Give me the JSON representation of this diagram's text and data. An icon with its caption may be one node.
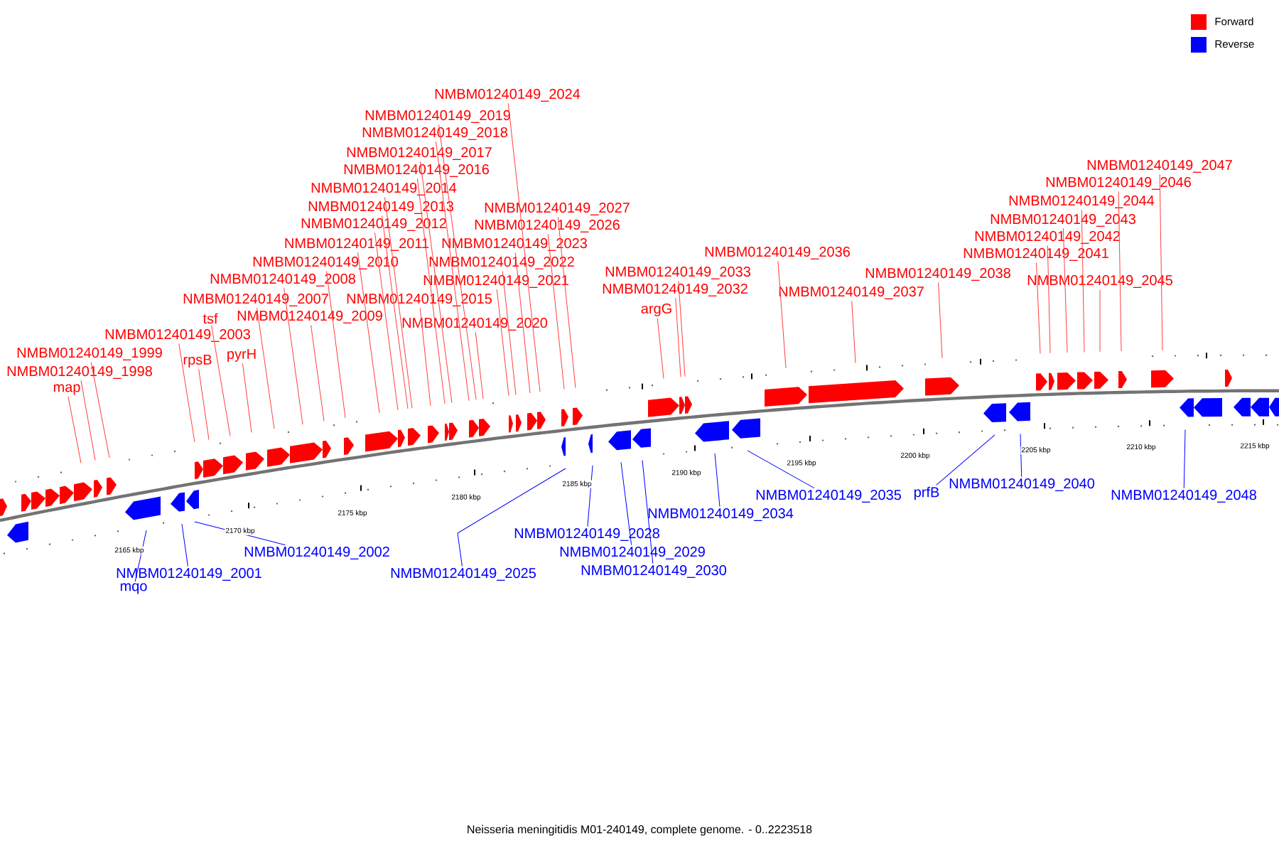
{
  "diagram": {
    "caption": "Neisseria meningitidis M01-240149, complete genome. - 0..2223518",
    "nodes": [
      {
        "text": [
          "NMBM01240149_2024"
        ]
      },
      {
        "text": [
          "NMBM01240149_2019"
        ]
      },
      {
        "text": [
          "NMBM01240149_2018"
        ]
      },
      {
        "text": [
          "NMBM01240149_2017"
        ]
      },
      {
        "text": [
          "NMBM01240149_2016"
        ]
      },
      {
        "text": [
          "NMBM01240149_2014"
        ]
      },
      {
        "text": [
          "NMBM01240149_2013"
        ]
      },
      {
        "text": [
          "NMBM01240149_2027"
        ]
      },
      {
        "text": [
          "NMBM01240149_2012"
        ]
      },
      {
        "text": [
          "NMBM01240149_2026"
        ]
      },
      {
        "text": [
          "NMBM01240149_2011"
        ]
      },
      {
        "text": [
          "NMBM01240149_2023"
        ]
      },
      {
        "text": [
          "NMBM01240149_2010"
        ]
      },
      {
        "text": [
          "NMBM01240149_2022"
        ]
      },
      {
        "text": [
          "NMBM01240149_2008"
        ]
      },
      {
        "text": [
          "NMBM01240149_2021"
        ]
      },
      {
        "text": [
          "NMBM01240149_2007"
        ]
      },
      {
        "text": [
          "NMBM01240149_2015"
        ]
      },
      {
        "text": [
          "NMBM01240149_2009"
        ]
      },
      {
        "text": [
          "tsf"
        ]
      },
      {
        "text": [
          "NMBM01240149_2020"
        ]
      },
      {
        "text": [
          "NMBM01240149_2003"
        ]
      },
      {
        "text": [
          "NMBM01240149_1999"
        ]
      },
      {
        "text": [
          "pyrH"
        ]
      },
      {
        "text": [
          "rpsB"
        ]
      },
      {
        "text": [
          "NMBM01240149_1998"
        ]
      },
      {
        "text": [
          "map"
        ]
      },
      {
        "text": [
          "NMBM01240149_2047"
        ]
      },
      {
        "text": [
          "NMBM01240149_2046"
        ]
      },
      {
        "text": [
          "NMBM01240149_2044"
        ]
      },
      {
        "text": [
          "NMBM01240149_2043"
        ]
      },
      {
        "text": [
          "NMBM01240149_2042"
        ]
      },
      {
        "text": [
          "NMBM01240149_2041"
        ]
      },
      {
        "text": [
          "NMBM01240149_2036"
        ]
      },
      {
        "text": [
          "NMBM01240149_2033"
        ]
      },
      {
        "text": [
          "NMBM01240149_2038"
        ]
      },
      {
        "text": [
          "NMBM01240149_2045"
        ]
      },
      {
        "text": [
          "NMBM01240149_2032"
        ]
      },
      {
        "text": [
          "NMBM01240149_2037"
        ]
      },
      {
        "text": [
          "argG"
        ]
      },
      {
        "text": [
          "NMBM01240149_2028"
        ]
      },
      {
        "text": [
          "NMBM01240149_2029"
        ]
      },
      {
        "text": [
          "NMBM01240149_2030"
        ]
      },
      {
        "text": [
          "NMBM01240149_2001"
        ]
      },
      {
        "text": [
          "mqo"
        ]
      },
      {
        "text": [
          "NMBM01240149_2002"
        ]
      },
      {
        "text": [
          "NMBM01240149_2025"
        ]
      },
      {
        "text": [
          "NMBM01240149_2034"
        ]
      },
      {
        "text": [
          "NMBM01240149_2035"
        ]
      },
      {
        "text": [
          "prfB"
        ]
      },
      {
        "text": [
          "NMBM01240149_2040"
        ]
      },
      {
        "text": [
          "NMBM01240149_2048"
        ]
      }
    ],
    "edges": [
      {
        "from": 0,
        "to": null,
        "arrow": "none"
      },
      {
        "from": 1,
        "to": null,
        "arrow": "none"
      },
      {
        "from": 2,
        "to": null,
        "arrow": "none"
      },
      {
        "from": 3,
        "to": null,
        "arrow": "none"
      },
      {
        "from": 4,
        "to": null,
        "arrow": "none"
      },
      {
        "from": 5,
        "to": null,
        "arrow": "none"
      },
      {
        "from": 6,
        "to": null,
        "arrow": "none"
      },
      {
        "from": 7,
        "to": null,
        "arrow": "none"
      },
      {
        "from": 8,
        "to": null,
        "arrow": "none"
      },
      {
        "from": 9,
        "to": null,
        "arrow": "none"
      },
      {
        "from": 10,
        "to": null,
        "arrow": "none"
      },
      {
        "from": 11,
        "to": null,
        "arrow": "none"
      },
      {
        "from": 12,
        "to": null,
        "arrow": "none"
      },
      {
        "from": 13,
        "to": null,
        "arrow": "none"
      },
      {
        "from": 14,
        "to": null,
        "arrow": "none"
      },
      {
        "from": 15,
        "to": null,
        "arrow": "none"
      },
      {
        "from": 16,
        "to": null,
        "arrow": "none"
      },
      {
        "from": 17,
        "to": null,
        "arrow": "none"
      },
      {
        "from": 18,
        "to": null,
        "arrow": "none"
      },
      {
        "from": 19,
        "to": null,
        "arrow": "none"
      },
      {
        "from": 20,
        "to": null,
        "arrow": "none"
      },
      {
        "from": 21,
        "to": null,
        "arrow": "none"
      },
      {
        "from": 22,
        "to": null,
        "arrow": "none"
      },
      {
        "from": 23,
        "to": null,
        "arrow": "none"
      },
      {
        "from": 24,
        "to": null,
        "arrow": "none"
      },
      {
        "from": 25,
        "to": null,
        "arrow": "none"
      },
      {
        "from": 26,
        "to": null,
        "arrow": "none"
      },
      {
        "from": 27,
        "to": null,
        "arrow": "none"
      },
      {
        "from": 28,
        "to": null,
        "arrow": "none"
      },
      {
        "from": 29,
        "to": null,
        "arrow": "none"
      },
      {
        "from": 30,
        "to": null,
        "arrow": "none"
      },
      {
        "from": 31,
        "to": null,
        "arrow": "none"
      },
      {
        "from": 32,
        "to": null,
        "arrow": "none"
      },
      {
        "from": 33,
        "to": null,
        "arrow": "none"
      },
      {
        "from": 34,
        "to": null,
        "arrow": "none"
      },
      {
        "from": 35,
        "to": null,
        "arrow": "none"
      },
      {
        "from": 36,
        "to": null,
        "arrow": "none"
      },
      {
        "from": 37,
        "to": null,
        "arrow": "none"
      },
      {
        "from": 38,
        "to": null,
        "arrow": "none"
      },
      {
        "from": 39,
        "to": null,
        "arrow": "none"
      },
      {
        "from": 40,
        "to": null,
        "arrow": "none",
        "color": "#0000ff"
      },
      {
        "from": 41,
        "to": null,
        "arrow": "none",
        "color": "#0000ff"
      },
      {
        "from": 42,
        "to": null,
        "arrow": "none",
        "color": "#0000ff"
      },
      {
        "from": 43,
        "to": null,
        "arrow": "none",
        "color": "#0000ff"
      },
      {
        "from": 44,
        "to": null,
        "arrow": "none",
        "color": "#0000ff"
      },
      {
        "from": 45,
        "to": null,
        "arrow": "none",
        "color": "#0000ff"
      },
      {
        "from": 46,
        "to": null,
        "arrow": "none",
        "color": "#0000ff"
      },
      {
        "from": 47,
        "to": null,
        "arrow": "none",
        "color": "#0000ff"
      },
      {
        "from": 48,
        "to": null,
        "arrow": "none",
        "color": "#0000ff"
      },
      {
        "from": 49,
        "to": null,
        "arrow": "none",
        "color": "#0000ff"
      },
      {
        "from": 50,
        "to": null,
        "arrow": "none",
        "color": "#0000ff"
      },
      {
        "from": 51,
        "to": null,
        "arrow": "none",
        "color": "#0000ff"
      }
    ],
    "labels": [
      "2165 kbp",
      "2170 kbp",
      "2175 kbp",
      "2180 kbp",
      "2185 kbp",
      "2190 kbp",
      "2195 kbp",
      "2200 kbp",
      "2205 kbp",
      "2210 kbp",
      "2215 kbp"
    ],
    "legend": [
      {
        "text": "Forward",
        "color": "#ff0000"
      },
      {
        "text": "Reverse",
        "color": "#0000ff"
      }
    ]
  }
}
